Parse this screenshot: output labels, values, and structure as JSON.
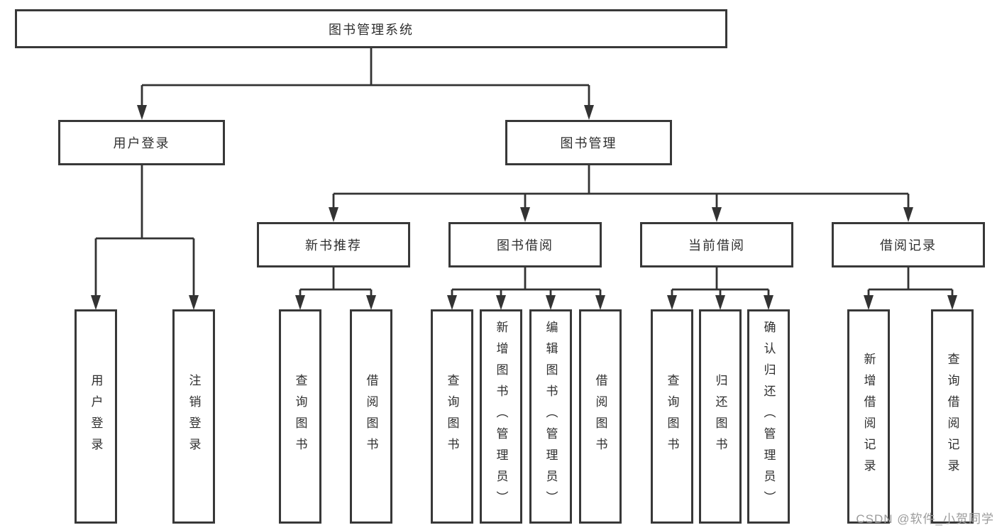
{
  "colors": {
    "background": "#ffffff",
    "box_border": "#383838",
    "box_fill": "#ffffff",
    "connector_line": "#333333",
    "text": "#2f2f2f",
    "watermark_text_color": "#9b9b9b"
  },
  "watermark": {
    "text": "CSDN @软件_小贺同学"
  },
  "diagram": {
    "type": "hierarchy-flowchart",
    "root": {
      "label": "图书管理系统"
    },
    "level2": [
      {
        "label": "用户登录",
        "parent": "图书管理系统"
      },
      {
        "label": "图书管理",
        "parent": "图书管理系统"
      }
    ],
    "level3": [
      {
        "label": "新书推荐",
        "parent": "图书管理"
      },
      {
        "label": "图书借阅",
        "parent": "图书管理"
      },
      {
        "label": "当前借阅",
        "parent": "图书管理"
      },
      {
        "label": "借阅记录",
        "parent": "图书管理"
      }
    ],
    "leaves": [
      {
        "label": "用户登录",
        "parent": "用户登录"
      },
      {
        "label": "注销登录",
        "parent": "用户登录"
      },
      {
        "label": "查询图书",
        "parent": "新书推荐"
      },
      {
        "label": "借阅图书",
        "parent": "新书推荐"
      },
      {
        "label": "查询图书",
        "parent": "图书借阅"
      },
      {
        "label": "新增图书（管理员）",
        "parent": "图书借阅"
      },
      {
        "label": "编辑图书（管理员）",
        "parent": "图书借阅"
      },
      {
        "label": "借阅图书",
        "parent": "图书借阅"
      },
      {
        "label": "查询图书",
        "parent": "当前借阅"
      },
      {
        "label": "归还图书",
        "parent": "当前借阅"
      },
      {
        "label": "确认归还（管理员）",
        "parent": "当前借阅"
      },
      {
        "label": "新增借阅记录",
        "parent": "借阅记录"
      },
      {
        "label": "查询借阅记录",
        "parent": "借阅记录"
      }
    ]
  }
}
